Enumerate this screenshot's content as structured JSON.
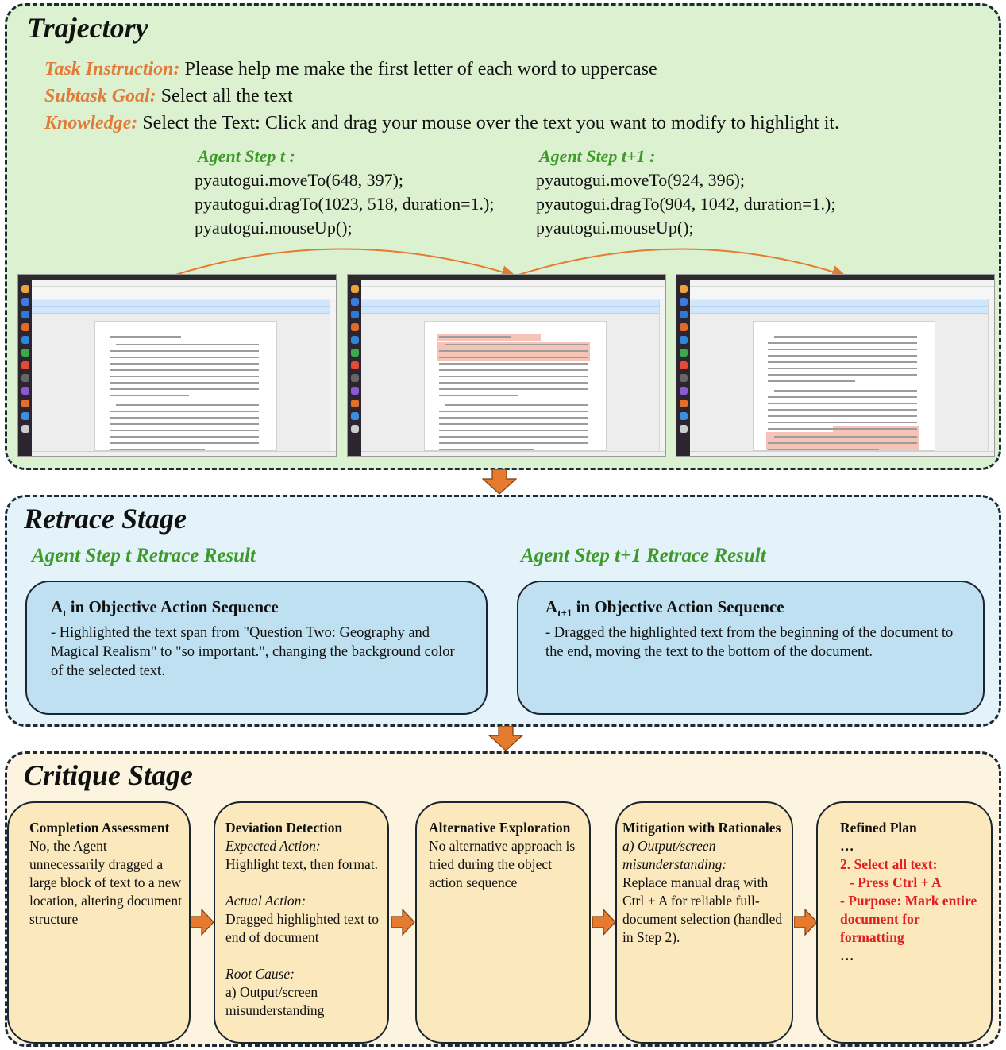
{
  "trajectory": {
    "title": "Trajectory",
    "task_label": "Task Instruction:",
    "task_text": "Please help me make the first letter of each word to uppercase",
    "subtask_label": "Subtask Goal:",
    "subtask_text": "Select all the text",
    "knowledge_label": "Knowledge:",
    "knowledge_text": "Select the Text: Click and drag your mouse over the text you want to modify to highlight it.",
    "steps": [
      {
        "title": "Agent Step t :",
        "code": [
          "pyautogui.moveTo(648, 397);",
          "pyautogui.dragTo(1023, 518, duration=1.);",
          "pyautogui.mouseUp();"
        ]
      },
      {
        "title": "Agent Step t+1 :",
        "code": [
          "pyautogui.moveTo(924, 396);",
          "pyautogui.dragTo(904, 1042, duration=1.);",
          "pyautogui.mouseUp();"
        ]
      }
    ],
    "colors": {
      "key": "#e07b39",
      "step_title": "#3e9a2a",
      "arrow": "#e67a2e"
    }
  },
  "retrace": {
    "title": "Retrace Stage",
    "headings": [
      "Agent Step t Retrace Result",
      "Agent Step t+1 Retrace Result"
    ],
    "boxes": [
      {
        "title_main": "A",
        "title_sub": "t",
        "title_rest": " in Objective Action Sequence",
        "text": "- Highlighted the text span from \"Question Two: Geography and Magical Realism\" to \"so important.\", changing the background color of the selected text."
      },
      {
        "title_main": "A",
        "title_sub": "t+1",
        "title_rest": " in Objective Action Sequence",
        "text": "- Dragged the highlighted text from the beginning of the document to the end, moving the text to the bottom of the document."
      }
    ]
  },
  "critique": {
    "title": "Critique Stage",
    "completion": {
      "title": "Completion Assessment",
      "text": "No, the Agent unnecessarily dragged a large block of text to a new location, altering document structure"
    },
    "deviation": {
      "title": "Deviation Detection",
      "expected_label": "Expected Action:",
      "expected_text": "Highlight text, then format.",
      "actual_label": "Actual Action:",
      "actual_text": "Dragged highlighted text to end of document",
      "root_label": "Root Cause:",
      "root_text": "a) Output/screen misunderstanding"
    },
    "alternative": {
      "title": "Alternative Exploration",
      "text": "No alternative approach is tried during the object action sequence"
    },
    "mitigation": {
      "title": "Mitigation with Rationales",
      "label": "a) Output/screen misunderstanding:",
      "text": "Replace manual drag with Ctrl + A for reliable full-document selection (handled in Step 2)."
    },
    "refined": {
      "title": "Refined Plan",
      "ellipsis_top": "…",
      "step_line": "2. Select all text:",
      "bullet1": "- Press Ctrl + A",
      "bullet2": "- Purpose: Mark entire document for formatting",
      "ellipsis_bottom": "…"
    }
  }
}
